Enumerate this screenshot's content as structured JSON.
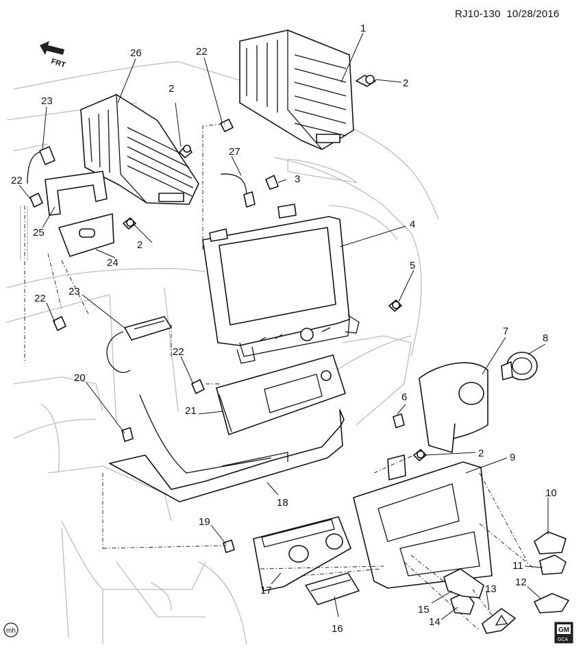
{
  "header": {
    "diagram_code": "RJ10-130",
    "date": "10/28/2016"
  },
  "front_arrow": {
    "label": "FRT",
    "icon": "front-direction-arrow-icon"
  },
  "corner_marks": {
    "left": "mh",
    "right_logo_top": "GM",
    "right_logo_bottom": "GCA"
  },
  "callouts": {
    "c1": "1",
    "c2a": "2",
    "c2b": "2",
    "c2c": "2",
    "c2d": "2",
    "c3": "3",
    "c4": "4",
    "c5": "5",
    "c6": "6",
    "c7": "7",
    "c8": "8",
    "c9": "9",
    "c10": "10",
    "c11": "11",
    "c12": "12",
    "c13": "13",
    "c14": "14",
    "c15": "15",
    "c16": "16",
    "c17": "17",
    "c18": "18",
    "c19": "19",
    "c20": "20",
    "c21": "21",
    "c22a": "22",
    "c22b": "22",
    "c22c": "22",
    "c22d": "22",
    "c23a": "23",
    "c23b": "23",
    "c24": "24",
    "c25": "25",
    "c26": "26",
    "c27": "27"
  }
}
